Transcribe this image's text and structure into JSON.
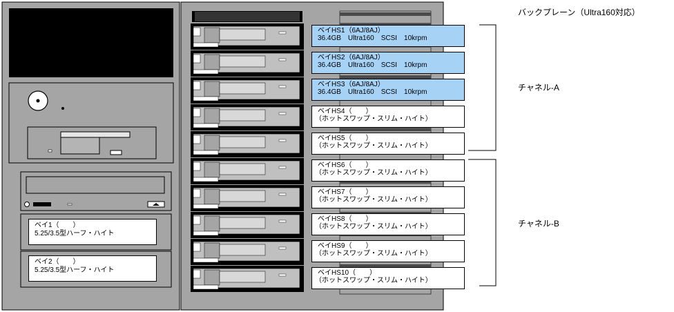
{
  "backplane_label": "バックプレーン（Ultra160対応）",
  "channels": [
    {
      "label": "チャネル-A"
    },
    {
      "label": "チャネル-B"
    }
  ],
  "hot_swap_bays": [
    {
      "name": "ベイHS1（6AJ/8AJ）",
      "detail": "36.4GB　Ultra160　SCSI　10krpm",
      "state": "installed"
    },
    {
      "name": "ベイHS2（6AJ/8AJ）",
      "detail": "36.4GB　Ultra160　SCSI　10krpm",
      "state": "installed"
    },
    {
      "name": "ベイHS3（6AJ/8AJ）",
      "detail": "36.4GB　Ultra160　SCSI　10krpm",
      "state": "installed"
    },
    {
      "name": "ベイHS4（　　）",
      "detail": "（ホットスワップ・スリム・ハイト）",
      "state": "empty"
    },
    {
      "name": "ベイHS5（　　）",
      "detail": "（ホットスワップ・スリム・ハイト）",
      "state": "empty"
    },
    {
      "name": "ベイHS6（　　）",
      "detail": "（ホットスワップ・スリム・ハイト）",
      "state": "empty"
    },
    {
      "name": "ベイHS7（　　）",
      "detail": "（ホットスワップ・スリム・ハイト）",
      "state": "empty"
    },
    {
      "name": "ベイHS8（　　）",
      "detail": "（ホットスワップ・スリム・ハイト）",
      "state": "empty"
    },
    {
      "name": "ベイHS9（　　）",
      "detail": "（ホットスワップ・スリム・ハイト）",
      "state": "empty"
    },
    {
      "name": "ベイHS10（　　）",
      "detail": "（ホットスワップ・スリム・ハイト）",
      "state": "empty"
    }
  ],
  "media_bays": [
    {
      "name": "ベイ1（　　）",
      "detail": "5.25/3.5型ハーフ・ハイト"
    },
    {
      "name": "ベイ2（　　）",
      "detail": "5.25/3.5型ハーフ・ハイト"
    }
  ],
  "colors": {
    "chassis": "#a5a5a5",
    "drive_tray": "#c0c0c0",
    "active_label": "#a6d2f6",
    "panel_dark": "#000000"
  }
}
